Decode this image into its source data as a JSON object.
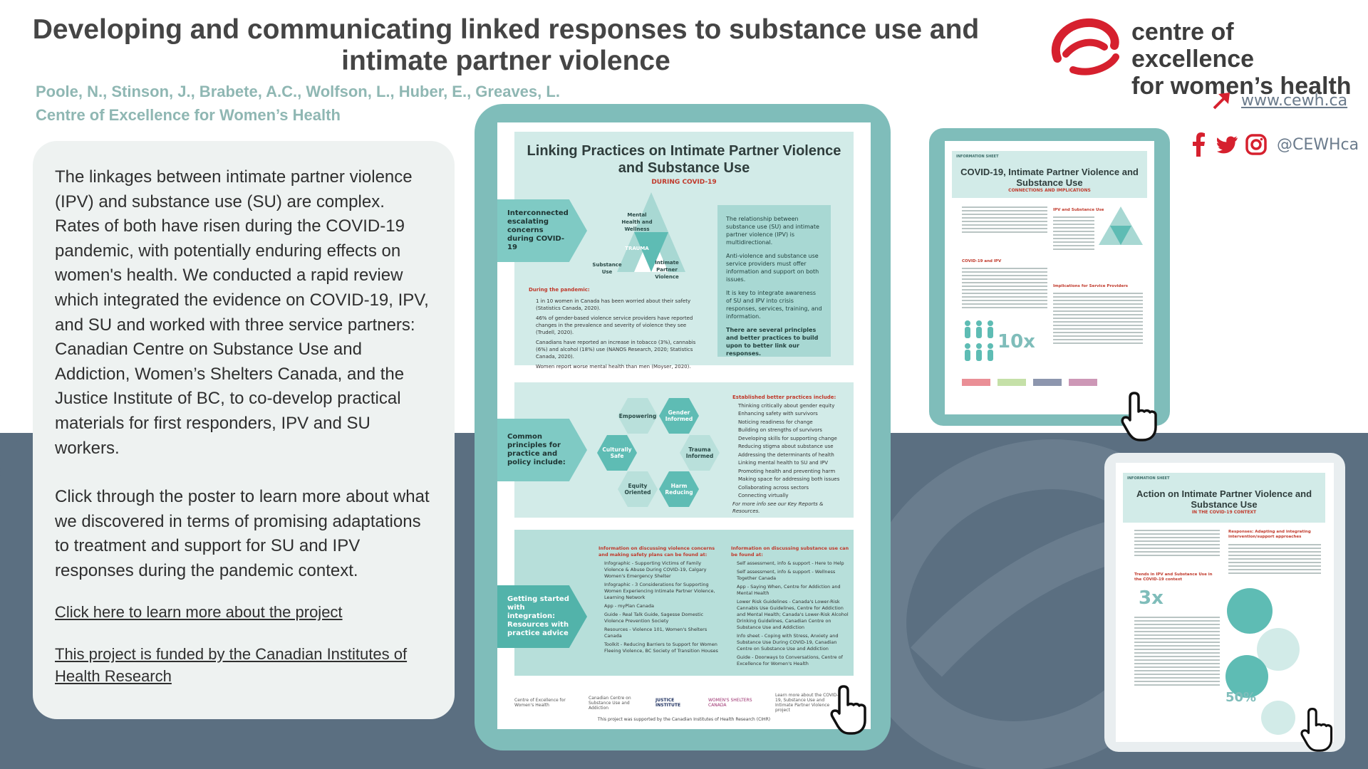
{
  "header": {
    "title": "Developing and communicating linked responses to substance use and intimate partner violence",
    "authors": "Poole, N., Stinson, J., Brabete, A.C., Wolfson, L., Huber, E., Greaves, L.",
    "affiliation": "Centre of Excellence for Women’s Health"
  },
  "brand": {
    "logo_line1": "centre of excellence",
    "logo_line2": "for women’s health",
    "website": "www.cewh.ca",
    "handle": "@CEWHca",
    "accent": "#d6202e",
    "teal": "#7fbdba",
    "slate": "#5b6f81"
  },
  "intro": {
    "paragraph1": "The linkages between intimate partner violence (IPV) and substance use (SU) are complex. Rates of both have risen during the COVID-19 pandemic, with potentially enduring effects on women's health. We conducted a rapid review which integrated the evidence on COVID-19, IPV, and SU and worked with three service partners: Canadian Centre on Substance Use and Addiction, Women’s Shelters Canada, and the Justice Institute of BC, to co-develop practical materials for first responders, IPV and SU workers.",
    "paragraph2": "Click through the poster to learn more about what we discovered in terms of promising adaptations to treatment and support for SU and IPV responses during the pandemic context.",
    "link_project": "Click here to learn more about the project",
    "link_funding": "This project is funded by the Canadian Institutes of Health Research"
  },
  "poster": {
    "title": "Linking Practices on Intimate Partner Violence and Substance Use",
    "subtitle": "DURING COVID-19",
    "section1_label": "Interconnected escalating concerns during COVID-19",
    "section2_label": "Common principles for practice and policy include:",
    "section3_label": "Getting started with integration: Resources with practice advice",
    "triangle": {
      "top": "Mental Health and Wellness",
      "center": "TRAUMA",
      "left": "Substance Use",
      "right": "Intimate Partner Violence"
    },
    "pandemic_heading": "During the pandemic:",
    "pandemic_points": [
      "1 in 10 women in Canada has been worried about their safety (Statistics Canada, 2020).",
      "46% of gender-based violence service providers have reported changes in the prevalence and severity of violence they see (Trudell, 2020).",
      "Canadians have reported an increase in tobacco (3%), cannabis (6%) and alcohol (18%) use (NANOS Research, 2020; Statistics Canada, 2020).",
      "Women report worse mental health than men (Moyser, 2020)."
    ],
    "right_box": [
      "The relationship between substance use (SU) and intimate partner violence (IPV) is multidirectional.",
      "Anti-violence and substance use service providers must offer information and support on both issues.",
      "It is key to integrate awareness of SU and IPV into crisis responses, services, training, and information.",
      "There are several principles and better practices to build upon to better link our responses."
    ],
    "hexagons": [
      "Empowering",
      "Gender Informed",
      "Culturally Safe",
      "Trauma Informed",
      "Equity Oriented",
      "Harm Reducing"
    ],
    "practices_heading": "Established better practices include:",
    "practices": [
      "Thinking critically about gender equity",
      "Enhancing safety with survivors",
      "Noticing readiness for change",
      "Building on strengths of survivors",
      "Developing skills for supporting change",
      "Reducing stigma about substance use",
      "Addressing the determinants of health",
      "Linking mental health to SU and IPV",
      "Promoting health and preventing harm",
      "Making space for addressing both issues",
      "Collaborating across sectors",
      "Connecting virtually"
    ],
    "practices_more": "For more info see our Key Reports & Resources.",
    "res_left_heading": "Information on discussing violence concerns and making safety plans can be found at:",
    "res_left": [
      "Infographic - Supporting Victims of Family Violence & Abuse During COVID-19, Calgary Women's Emergency Shelter",
      "Infographic - 3 Considerations for Supporting Women Experiencing Intimate Partner Violence, Learning Network",
      "App - myPlan Canada",
      "Guide - Real Talk Guide, Sagesse Domestic Violence Prevention Society",
      "Resources - Violence 101, Women's Shelters Canada",
      "Toolkit - Reducing Barriers to Support for Women Fleeing Violence, BC Society of Transition Houses"
    ],
    "res_right_heading": "Information on discussing substance use can be found at:",
    "res_right": [
      "Self assessment, info & support - Here to Help",
      "Self assessment, info & support - Wellness Together Canada",
      "App - Saying When, Centre for Addiction and Mental Health",
      "Lower Risk Guidelines - Canada's Lower-Risk Cannabis Use Guidelines, Centre for Addiction and Mental Health; Canada's Lower-Risk Alcohol Drinking Guidelines, Canadian Centre on Substance Use and Addiction",
      "Info sheet - Coping with Stress, Anxiety and Substance Use During COVID-19, Canadian Centre on Substance Use and Addiction",
      "Guide - Doorways to Conversations, Centre of Excellence for Women's Health"
    ],
    "partner_logos": [
      "Centre of Excellence for Women's Health",
      "Canadian Centre on Substance Use and Addiction",
      "JUSTICE INSTITUTE",
      "WOMEN'S SHELTERS CANADA"
    ],
    "learn_more": "Learn more about the COVID-19, Substance Use and Intimate Partner Violence project",
    "footer": "This project was supported by the Canadian Institutes of Health Research (CIHR)"
  },
  "sheet1": {
    "tag": "INFORMATION SHEET",
    "title": "COVID-19, Intimate Partner Violence and Substance Use",
    "subtitle": "CONNECTIONS AND IMPLICATIONS",
    "h_covid": "COVID-19 and IPV",
    "h_ipvsu": "IPV and Substance Use",
    "h_impl": "Implications for Service Providers",
    "stat": "10x"
  },
  "sheet2": {
    "tag": "INFORMATION SHEET",
    "title": "Action on Intimate Partner Violence and Substance Use",
    "subtitle": "IN THE COVID-19 CONTEXT",
    "h_trends": "Trends in IPV and Substance Use in the COVID-19 context",
    "h_responses": "Responses: Adapting and integrating intervention/support approaches",
    "stat1": "3x",
    "stat2": "50%"
  }
}
